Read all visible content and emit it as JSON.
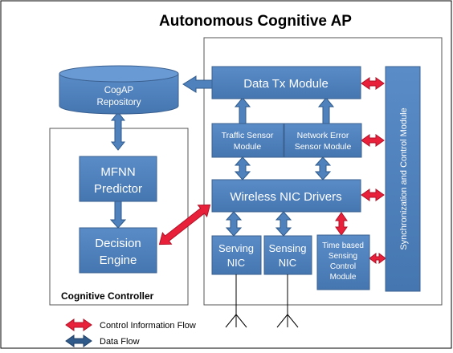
{
  "title": "Autonomous Cognitive AP",
  "controller_label": "Cognitive Controller",
  "nodes": {
    "repository": "CogAP Repository",
    "data_tx": "Data Tx Module",
    "traffic_sensor": "Traffic Sensor Module",
    "network_error": "Network Error Sensor Module",
    "mfnn": "MFNN Predictor",
    "wireless_nic": "Wireless NIC Drivers",
    "decision": "Decision Engine",
    "serving_nic": "Serving NIC",
    "sensing_nic": "Sensing NIC",
    "time_sensing": "Time based Sensing Control Module",
    "sync": "Synchronization and Control Module"
  },
  "legend": {
    "control": "Control Information Flow",
    "data": "Data Flow"
  },
  "colors": {
    "box_fill": "#4f81bd",
    "data_arrow": "#4f81bd",
    "control_arrow": "#e8203a"
  }
}
